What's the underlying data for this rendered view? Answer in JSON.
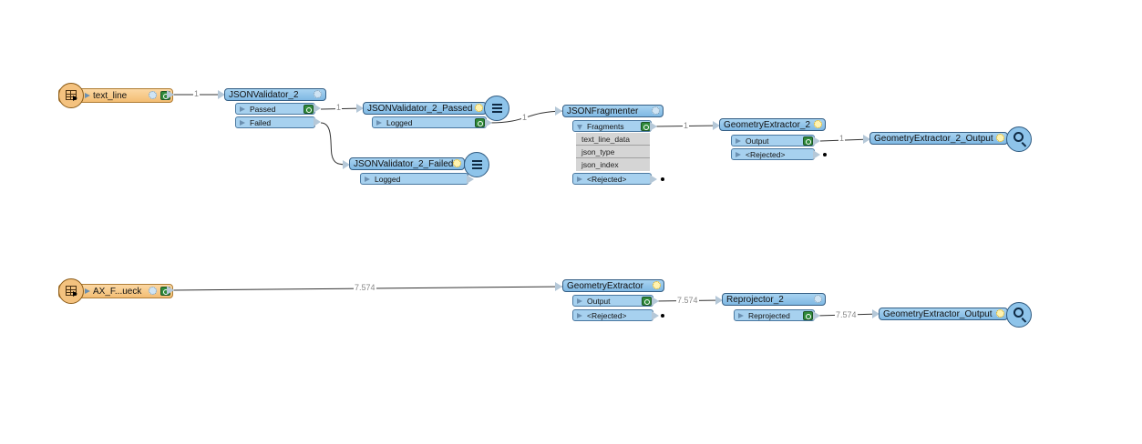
{
  "readers": {
    "text_line": {
      "label": "text_line"
    },
    "ax": {
      "label": "AX_F...ueck"
    }
  },
  "transformers": {
    "jsonvalidator": {
      "title": "JSONValidator_2",
      "ports": {
        "passed": "Passed",
        "failed": "Failed"
      }
    },
    "passed_insp": {
      "title": "JSONValidator_2_Passed",
      "ports": {
        "logged": "Logged"
      }
    },
    "failed_insp": {
      "title": "JSONValidator_2_Failed",
      "ports": {
        "logged": "Logged"
      }
    },
    "fragmenter": {
      "title": "JSONFragmenter",
      "ports": {
        "fragments": "Fragments",
        "rejected": "<Rejected>"
      },
      "attributes": [
        "text_line_data",
        "json_type",
        "json_index"
      ]
    },
    "geom2": {
      "title": "GeometryExtractor_2",
      "ports": {
        "output": "Output",
        "rejected": "<Rejected>"
      }
    },
    "geom2_out": {
      "title": "GeometryExtractor_2_Output"
    },
    "geom": {
      "title": "GeometryExtractor",
      "ports": {
        "output": "Output",
        "rejected": "<Rejected>"
      }
    },
    "reproj": {
      "title": "Reprojector_2",
      "ports": {
        "reprojected": "Reprojected"
      }
    },
    "geom_out": {
      "title": "GeometryExtractor_Output"
    }
  },
  "counts": {
    "text_to_validator": "1",
    "passed_to_insp": "1",
    "logged_to_fragmenter": "1",
    "fragments_to_geom2": "1",
    "geom2_to_output": "1",
    "ax_to_geom": "7.574",
    "geom_to_reproj": "7.574",
    "reproj_to_output": "7.574"
  },
  "colors": {
    "reader_fill": "#f3bd73",
    "transformer_fill": "#8ec4ea",
    "attribute_fill": "#d5d5d5",
    "link": "#333333",
    "count_text": "#888888"
  }
}
